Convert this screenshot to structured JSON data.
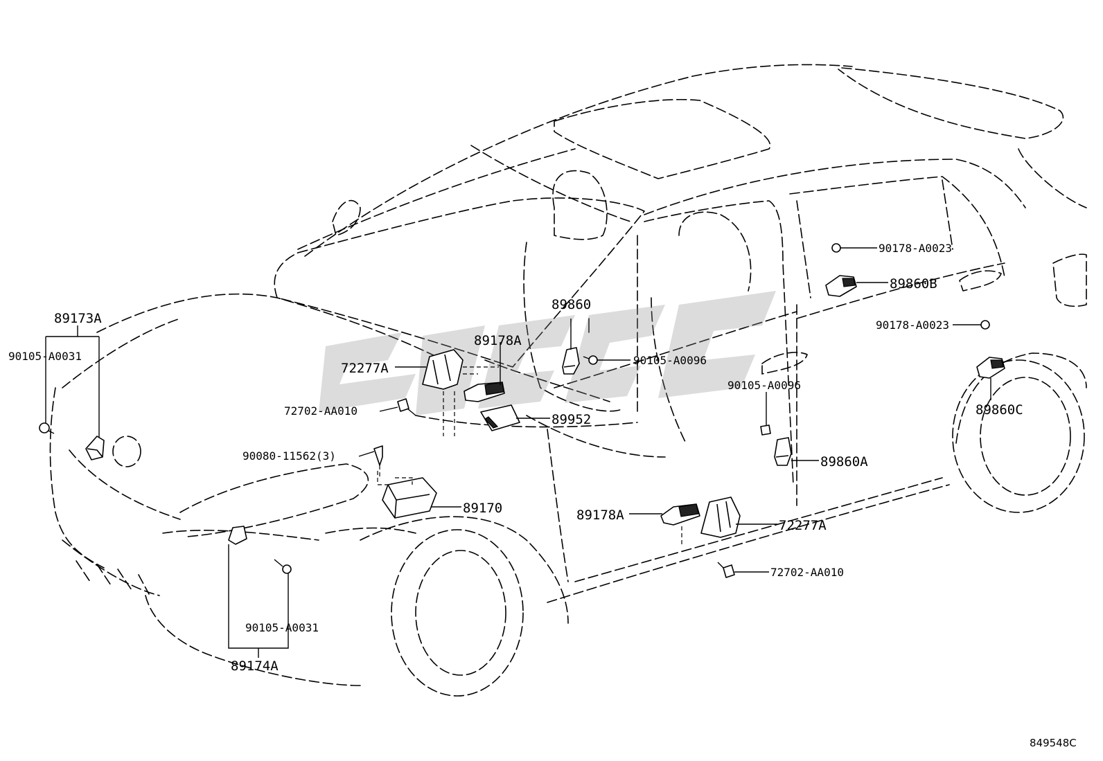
{
  "diagram_code": "849548C",
  "watermark_text": "",
  "colors": {
    "line": "#000000",
    "background": "#ffffff",
    "watermark": "#8a8a8a"
  },
  "labels": {
    "p89173A": "89173A",
    "p90105_A0031_left": "90105-A0031",
    "p72277A_top": "72277A",
    "p89178A_top": "89178A",
    "p72702_AA010_top": "72702-AA010",
    "p90080_11562": "90080-11562(3)",
    "p89952": "89952",
    "p89170": "89170",
    "p89860": "89860",
    "p90105_A0096_top": "90105-A0096",
    "p90105_A0096_mid": "90105-A0096",
    "p89860A": "89860A",
    "p89178A_bottom": "89178A",
    "p72277A_bottom": "72277A",
    "p72702_AA010_bottom": "72702-AA010",
    "p90178_A0023_top": "90178-A0023",
    "p89860B": "89860B",
    "p90178_A0023_right": "90178-A0023",
    "p89860C": "89860C",
    "p90105_A0031_bottom": "90105-A0031",
    "p89174A": "89174A"
  }
}
